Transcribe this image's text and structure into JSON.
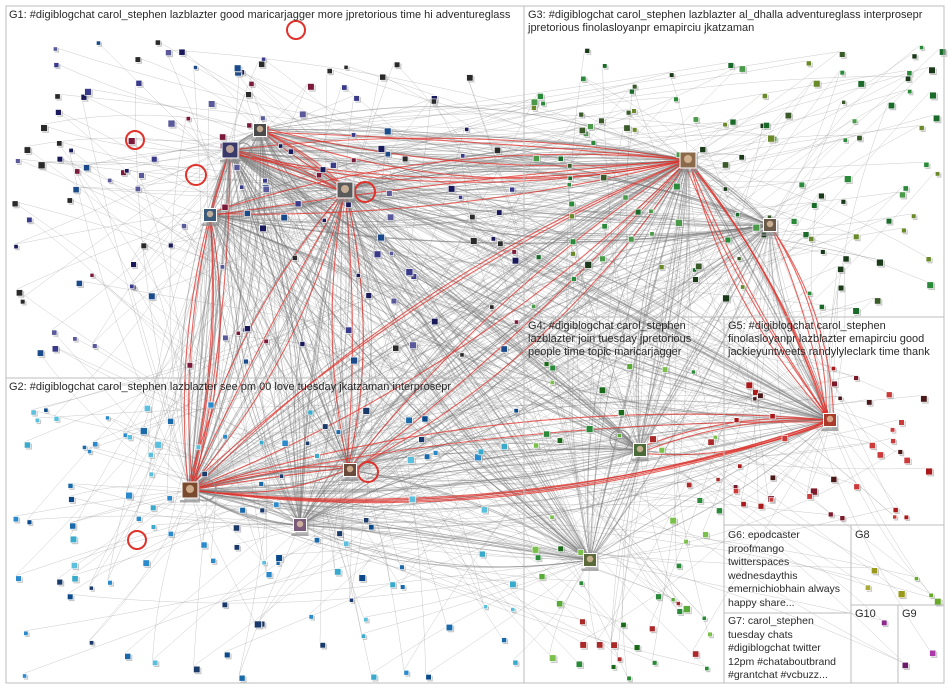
{
  "groups": [
    {
      "id": "G1",
      "label": "G1: #digiblogchat carol_stephen lazblazter good maricarjagger more jpretorious time hi adventureglass"
    },
    {
      "id": "G3",
      "label": "G3: #digiblogchat carol_stephen lazblazter al_dhalla adventureglass interprosepr jpretorious finolasloyanpr emapirciu jkatzaman"
    },
    {
      "id": "G4",
      "label": "G4: #digiblogchat carol_stephen lazblazter join tuesday jpretorious people time topic maricarjagger"
    },
    {
      "id": "G5",
      "label": "G5: #digiblogchat carol_stephen finolasloyanpr lazblazter emapirciu good jackieyuntweets randylyleclark time thank"
    },
    {
      "id": "G2",
      "label": "G2: #digiblogchat carol_stephen lazblazter see pm 00 love tuesday jkatzaman interprosepr"
    },
    {
      "id": "G6",
      "label": "G6: epodcaster proofmango twitterspaces wednesdaythis emernichiobhain always happy share..."
    },
    {
      "id": "G7",
      "label": "G7: carol_stephen tuesday chats #digiblogchat twitter 12pm #chataboutbrand #grantchat #vcbuzz..."
    },
    {
      "id": "G8",
      "label": "G8"
    },
    {
      "id": "G10",
      "label": "G10"
    },
    {
      "id": "G9",
      "label": "G9"
    }
  ],
  "colors": {
    "edge_gray": "#8c8c8c",
    "edge_red": "#e0312b",
    "panel_border": "#bcbcbc",
    "node_shadow": "#9a9a9a",
    "label_text": "#2a2a2a"
  }
}
